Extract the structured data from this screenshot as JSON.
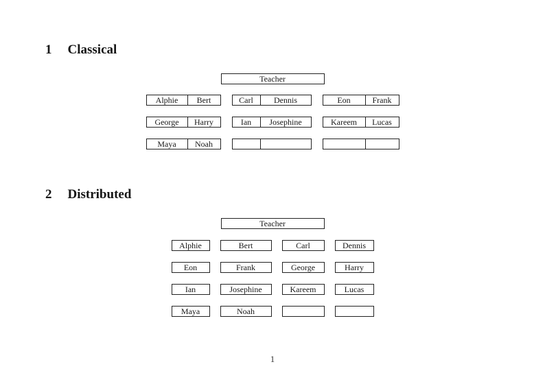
{
  "page_number": "1",
  "sections": [
    {
      "number": "1",
      "title": "Classical",
      "teacher_label": "Teacher",
      "rows": [
        [
          [
            "Alphie",
            "Bert"
          ],
          [
            "Carl",
            "Dennis"
          ],
          [
            "Eon",
            "Frank"
          ]
        ],
        [
          [
            "George",
            "Harry"
          ],
          [
            "Ian",
            "Josephine"
          ],
          [
            "Kareem",
            "Lucas"
          ]
        ],
        [
          [
            "Maya",
            "Noah"
          ],
          [
            "",
            ""
          ],
          [
            "",
            ""
          ]
        ]
      ]
    },
    {
      "number": "2",
      "title": "Distributed",
      "teacher_label": "Teacher",
      "rows": [
        [
          "Alphie",
          "Bert",
          "Carl",
          "Dennis"
        ],
        [
          "Eon",
          "Frank",
          "George",
          "Harry"
        ],
        [
          "Ian",
          "Josephine",
          "Kareem",
          "Lucas"
        ],
        [
          "Maya",
          "Noah",
          "",
          ""
        ]
      ]
    }
  ]
}
